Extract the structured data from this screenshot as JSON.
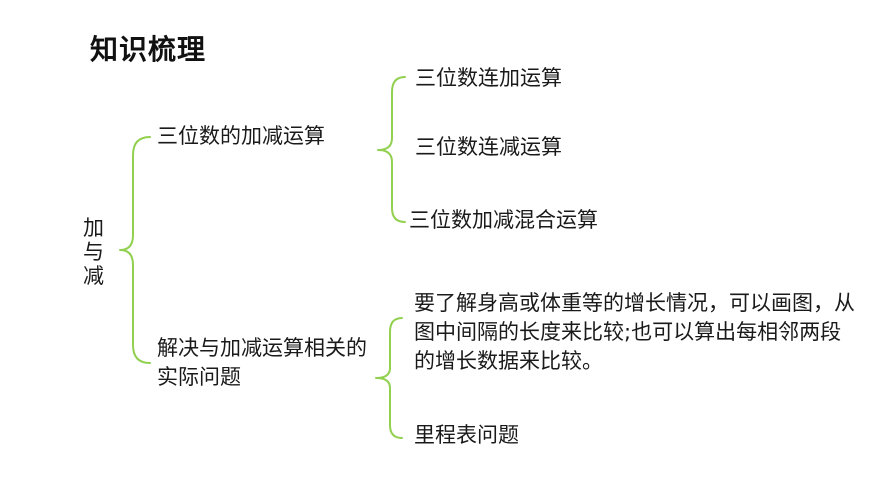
{
  "title": "知识梳理",
  "root": {
    "label": "加与减"
  },
  "branches": [
    {
      "label": "三位数的加减运算",
      "children": [
        "三位数连加运算",
        "三位数连减运算",
        "三位数加减混合运算"
      ]
    },
    {
      "label": "解决与加减运算相关的实际问题",
      "children": [
        "要了解身高或体重等的增长情况，可以画图，从图中间隔的长度来比较;也可以算出每相邻两段的增长数据来比较。",
        "里程表问题"
      ]
    }
  ],
  "colors": {
    "brace": "#92d050",
    "text": "#1a1a1a"
  }
}
